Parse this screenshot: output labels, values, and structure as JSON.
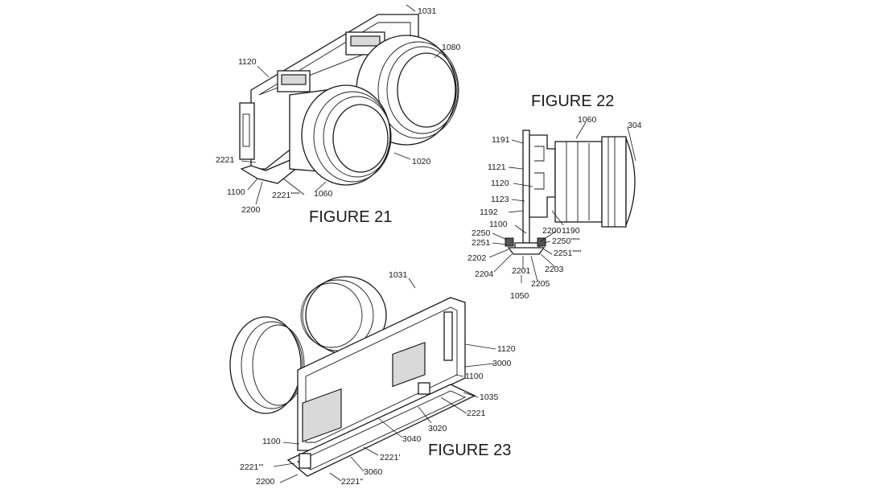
{
  "figures": {
    "fig21": {
      "title": "FIGURE 21",
      "labels": [
        "1031",
        "1080",
        "1120",
        "1020",
        "2221",
        "1100",
        "2200",
        "2221\"\"\"",
        "1060"
      ]
    },
    "fig22": {
      "title": "FIGURE 22",
      "labels": [
        "1060",
        "304",
        "1191",
        "1121",
        "1120",
        "1123",
        "1192",
        "1100",
        "2200",
        "1190",
        "2250",
        "2251",
        "2202",
        "2250\"\"\"",
        "2251\"\"\"",
        "2203",
        "2204",
        "2201",
        "2205",
        "1050"
      ]
    },
    "fig23": {
      "title": "FIGURE 23",
      "labels": [
        "1031",
        "1120",
        "3000",
        "1100",
        "1035",
        "2221",
        "3020",
        "3040",
        "1100",
        "2221'",
        "2221'''",
        "3060",
        "2200",
        "2221\""
      ]
    }
  },
  "colors": {
    "ink": "#1a1a1a",
    "paper": "#ffffff",
    "shade": "#d9d9d9"
  }
}
